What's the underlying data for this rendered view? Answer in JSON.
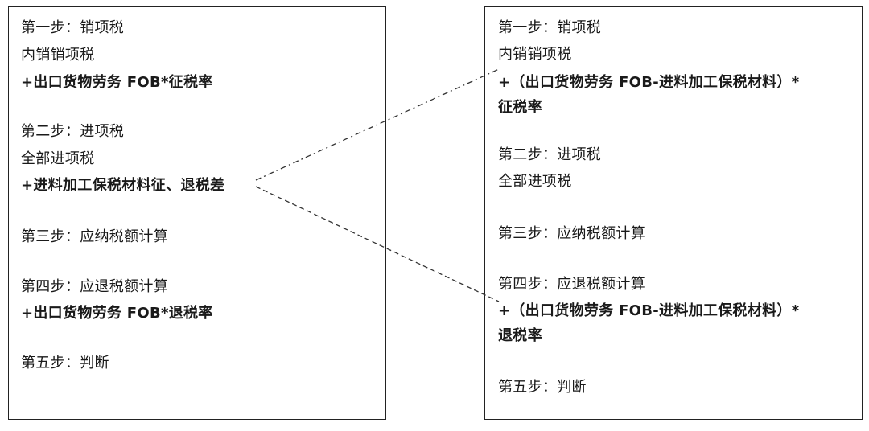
{
  "left": {
    "step1_title": "第一步：销项税",
    "step1_line1": "内销销项税",
    "step1_line2": "+出口货物劳务 FOB*征税率",
    "step2_title": "第二步：进项税",
    "step2_line1": "全部进项税",
    "step2_line2": "+进料加工保税材料征、退税差",
    "step3_title": "第三步：应纳税额计算",
    "step4_title": "第四步：应退税额计算",
    "step4_line1": "+出口货物劳务 FOB*退税率",
    "step5_title": "第五步：判断"
  },
  "right": {
    "step1_title": "第一步：销项税",
    "step1_line1": "内销销项税",
    "step1_line2a": "+（出口货物劳务  FOB-进料加工保税材料）*",
    "step1_line2b": "征税率",
    "step2_title": "第二步：进项税",
    "step2_line1": "全部进项税",
    "step3_title": "第三步：应纳税额计算",
    "step4_title": "第四步：应退税额计算",
    "step4_line1a": "+（出口货物劳务  FOB-进料加工保税材料）*",
    "step4_line1b": "退税率",
    "step5_title": "第五步：判断"
  },
  "connectors": {
    "upper_style": "dash-dot",
    "lower_style": "dashed",
    "color": "#333333"
  }
}
